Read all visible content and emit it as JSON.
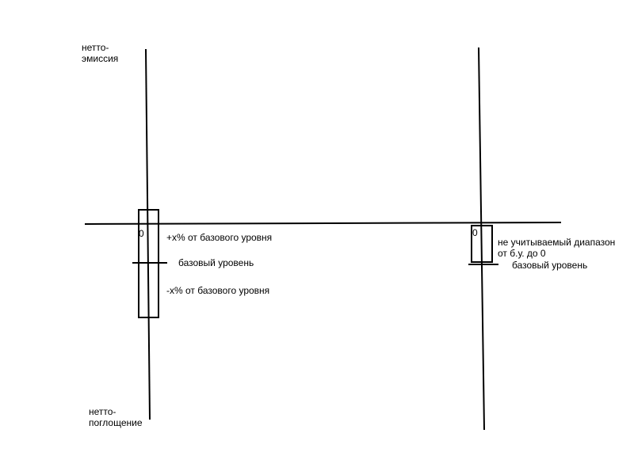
{
  "colors": {
    "line": "#000000",
    "background": "#ffffff"
  },
  "left_axis": {
    "top_label_line1": "нетто-",
    "top_label_line2": "эмиссия",
    "bottom_label_line1": "нетто-",
    "bottom_label_line2": "поглощение",
    "zero_label": "0",
    "upper_bound_label": "+x% от базового уровня",
    "baseline_label": "базовый уровень",
    "lower_bound_label": "-x% от базового уровня"
  },
  "right_axis": {
    "zero_label": "0",
    "range_label_line1": "не учитываемый диапазон",
    "range_label_line2": "от б.у. до 0",
    "baseline_label": "базовый уровень"
  }
}
